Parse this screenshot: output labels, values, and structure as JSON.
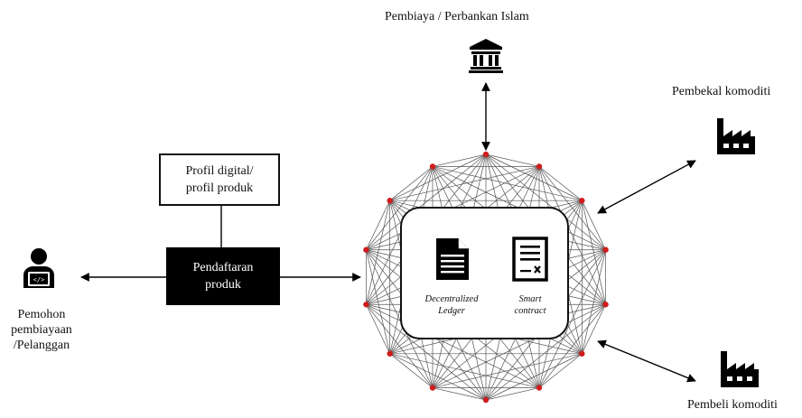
{
  "nodes": {
    "bank": {
      "label": "Pembiaya / Perbankan Islam",
      "icon": "bank-icon"
    },
    "supplier": {
      "label": "Pembekal komoditi",
      "icon": "factory-icon"
    },
    "buyer": {
      "label": "Pembeli komoditi",
      "icon": "factory-icon"
    },
    "applicant": {
      "label_lines": [
        "Pemohon",
        "pembiayaan",
        "/Pelanggan"
      ],
      "icon": "user-laptop-icon"
    },
    "profile": {
      "label_lines": [
        "Profil digital/",
        "profil produk"
      ]
    },
    "registration": {
      "label_lines": [
        "Pendaftaran",
        "produk"
      ]
    },
    "ledger": {
      "label_lines": [
        "Decentralized",
        "Ledger"
      ],
      "icon": "document-icon"
    },
    "contract": {
      "label_lines": [
        "Smart",
        "contract"
      ],
      "icon": "contract-icon"
    }
  },
  "network": {
    "peer_count": 14,
    "peer_color": "#d01c1c",
    "mesh_color": "#555555"
  }
}
